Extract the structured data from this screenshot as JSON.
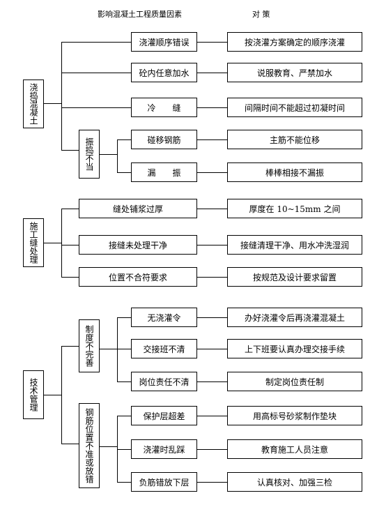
{
  "header": {
    "left": "影响混凝土工程质量因素",
    "right": "对  策"
  },
  "groups": [
    {
      "label": "浇捣混凝土",
      "items": [
        {
          "factor": "浇灌顺序错误",
          "measure": "按浇灌方案确定的顺序浇灌"
        },
        {
          "factor": "砼内任意加水",
          "measure": "说服教育、严禁加水"
        },
        {
          "factor": "冷　　缝",
          "measure": "间隔时间不能超过初凝时间"
        }
      ],
      "subgroup": {
        "label": "振捣不当",
        "items": [
          {
            "factor": "碰移钢筋",
            "measure": "主筋不能位移"
          },
          {
            "factor": "漏　　振",
            "measure": "棒棒相接不漏振"
          }
        ]
      }
    },
    {
      "label": "施工缝处理",
      "items": [
        {
          "factor": "缝处铺浆过厚",
          "measure": "厚度在 10~15mm 之间"
        },
        {
          "factor": "接缝未处理干净",
          "measure": "接缝清理干净、用水冲洗湿润"
        },
        {
          "factor": "位置不合符要求",
          "measure": "按规范及设计要求留置"
        }
      ]
    },
    {
      "label": "技术管理",
      "subgroups": [
        {
          "label": "制度不完善",
          "items": [
            {
              "factor": "无浇灌令",
              "measure": "办好浇灌令后再浇灌混凝土"
            },
            {
              "factor": "交接班不清",
              "measure": "上下班要认真办理交接手续"
            },
            {
              "factor": "岗位责任不清",
              "measure": "制定岗位责任制"
            }
          ]
        },
        {
          "label": "钢筋位置不准或放错",
          "items": [
            {
              "factor": "保护层超差",
              "measure": "用高标号砂浆制作垫块"
            },
            {
              "factor": "浇灌时乱踩",
              "measure": "教育施工人员注意"
            },
            {
              "factor": "负筋错放下层",
              "measure": "认真核对、加强三检"
            }
          ]
        }
      ]
    }
  ]
}
